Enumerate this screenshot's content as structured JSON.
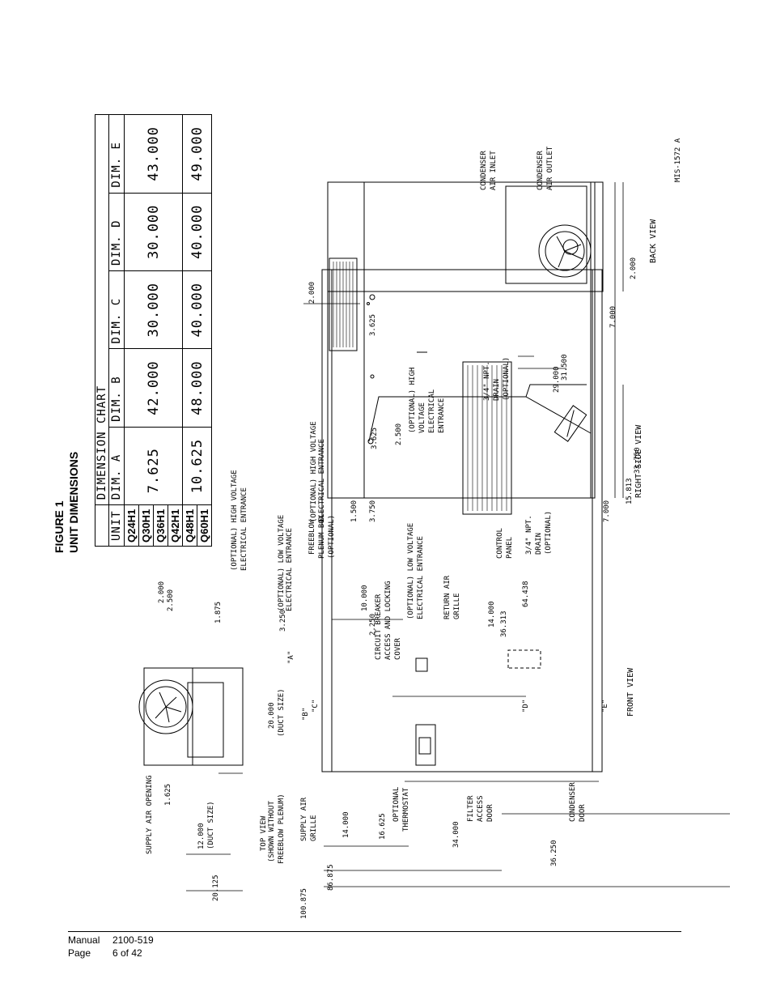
{
  "figure": {
    "number": "FIGURE 1",
    "title": "UNIT DIMENSIONS"
  },
  "dimension_chart": {
    "title": "DIMENSION CHART",
    "headers": [
      "UNIT",
      "DIM. A",
      "DIM. B",
      "DIM. C",
      "DIM. D",
      "DIM. E"
    ],
    "groups": [
      {
        "models": [
          "Q24H1",
          "Q30H1",
          "Q36H1",
          "Q42H1"
        ],
        "values": [
          "7.625",
          "42.000",
          "30.000",
          "30.000",
          "43.000"
        ]
      },
      {
        "models": [
          "Q48H1",
          "Q60H1"
        ],
        "values": [
          "10.625",
          "48.000",
          "40.000",
          "40.000",
          "49.000"
        ]
      }
    ]
  },
  "drawing_id": "MIS-1572 A",
  "views": {
    "top": "TOP VIEW",
    "top_note1": "(SHOWN WITHOUT",
    "top_note2": "FREEBLOW PLENUM)",
    "front": "FRONT VIEW",
    "right": "RIGHT SIDE VIEW",
    "back": "BACK VIEW"
  },
  "callouts": {
    "supply_air_opening": "SUPPLY AIR OPENING",
    "hv_entrance_top_1": "(OPTIONAL) HIGH VOLTAGE",
    "hv_entrance_top_2": "ELECTRICAL ENTRANCE",
    "lv_entrance_top_1": "(OPTIONAL) LOW VOLTAGE",
    "lv_entrance_top_2": "ELECTRICAL ENTRANCE",
    "supply_air_grille_1": "SUPPLY AIR",
    "supply_air_grille_2": "GRILLE",
    "optional_thermostat_1": "OPTIONAL",
    "optional_thermostat_2": "THERMOSTAT",
    "filter_door_1": "FILTER",
    "filter_door_2": "ACCESS",
    "filter_door_3": "DOOR",
    "condenser_door_1": "CONDENSER",
    "condenser_door_2": "DOOR",
    "circuit_breaker_1": "CIRCUIT BREAKER",
    "circuit_breaker_2": "ACCESS AND LOCKING",
    "circuit_breaker_3": "COVER",
    "lv_front_1": "(OPTIONAL) LOW VOLTAGE",
    "lv_front_2": "ELECTRICAL ENTRANCE",
    "return_air_1": "RETURN AIR",
    "return_air_2": "GRILLE",
    "control_panel_1": "CONTROL",
    "control_panel_2": "PANEL",
    "freeblow_1": "FREEBLOW",
    "freeblow_2": "PLENUM BOX",
    "freeblow_3": "(OPTIONAL)",
    "hv_side_1": "(OPTIONAL) HIGH VOLTAGE",
    "hv_side_2": "ELECTRICAL ENTRANCE",
    "drain_lower_1": "3/4\" NPT.",
    "drain_lower_2": "DRAIN",
    "drain_lower_3": "(OPTIONAL)",
    "hv_mid_1": "(OPTIONAL) HIGH",
    "hv_mid_2": "VOLTAGE",
    "hv_mid_3": "ELECTRICAL",
    "hv_mid_4": "ENTRANCE",
    "drain_upper_1": "3/4\" NPT.",
    "drain_upper_2": "DRAIN",
    "drain_upper_3": "(OPTIONAL)",
    "condenser_inlet_1": "CONDENSER",
    "condenser_inlet_2": "AIR INLET",
    "condenser_outlet_1": "CONDENSER",
    "condenser_outlet_2": "AIR OUTLET"
  },
  "dimensions": {
    "d_2000_top": "2.000",
    "d_2500_top": "2.500",
    "d_1875": "1.875",
    "d_3250": "3.250",
    "d_a": "\"A\"",
    "d_20000": "20.000",
    "d_duct_size_1": "(DUCT SIZE)",
    "d_1625": "1.625",
    "d_12000": "12.000",
    "d_duct_size_2": "(DUCT SIZE)",
    "d_20125": "20.125",
    "d_10000": "10.000",
    "d_2250": "2.250",
    "d_b": "\"B\"",
    "d_c": "\"C\"",
    "d_14000_side": "14.000",
    "d_d": "\"D\"",
    "d_64438": "64.438",
    "d_36313": "36.313",
    "d_e": "\"E\"",
    "d_14000": "14.000",
    "d_16625": "16.625",
    "d_34000": "34.000",
    "d_36250": "36.250",
    "d_86875": "86.875",
    "d_100875": "100.875",
    "d_1500": "1.500",
    "d_3750": "3.750",
    "d_3625_a": "3.625",
    "d_2500_side": "2.500",
    "d_7000_side": "7.000",
    "d_15813": "15.813",
    "d_33750": "33.750",
    "d_29000": "29.000",
    "d_31500": "31.500",
    "d_3625_b": "3.625",
    "d_2000_back_top": "2.000",
    "d_2000_back_bot": "2.000",
    "d_7000_back": "7.000"
  },
  "footer": {
    "manual_label": "Manual",
    "manual_value": "2100-519",
    "page_label": "Page",
    "page_value": "6 of 42"
  }
}
